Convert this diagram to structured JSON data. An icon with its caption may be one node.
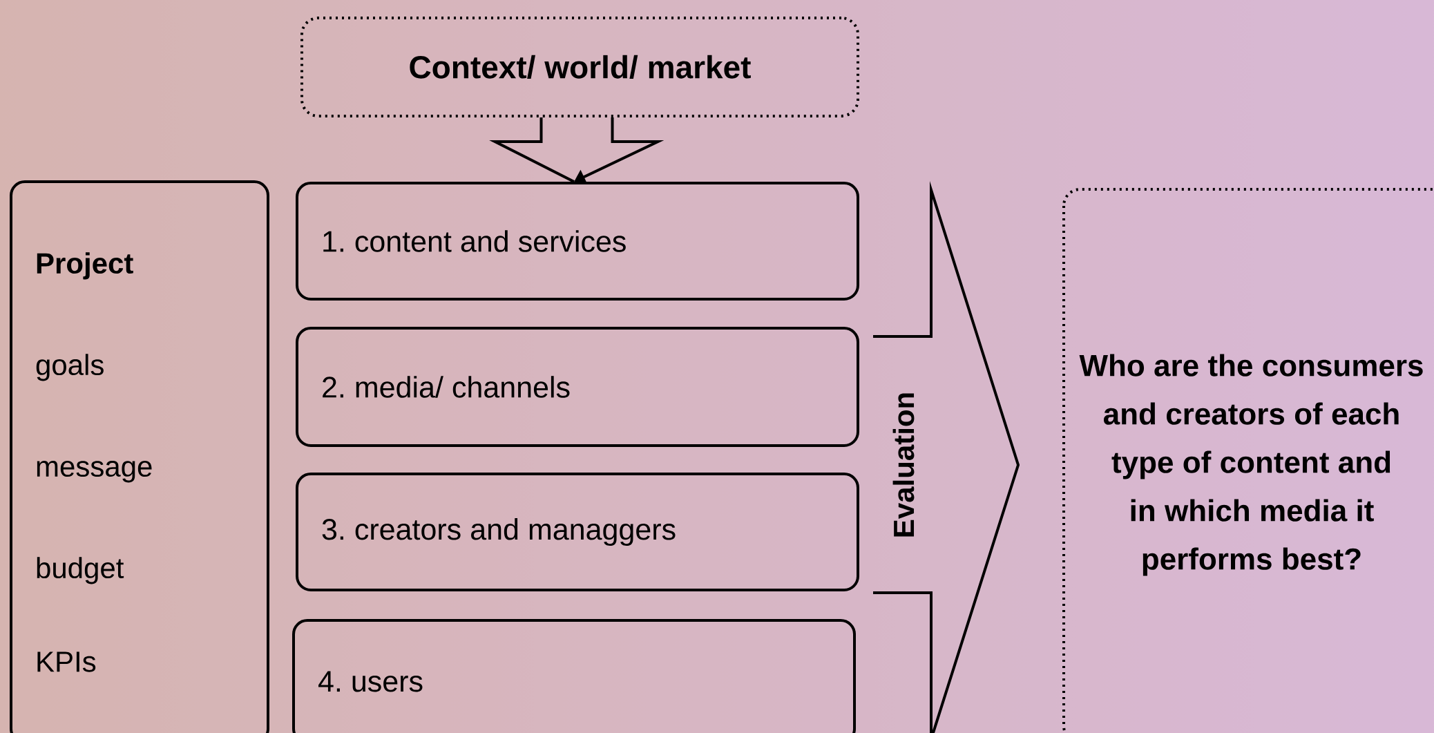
{
  "diagram": {
    "nodes": [
      {
        "text": [
          "Context/ world/ market"
        ]
      },
      {
        "text": [
          "Project",
          "goals",
          "message",
          "budget",
          "KPIs"
        ]
      },
      {
        "text": [
          "1. content and services"
        ]
      },
      {
        "text": [
          "2. media/ channels"
        ]
      },
      {
        "text": [
          "3. creators and managgers"
        ]
      },
      {
        "text": [
          "4. users"
        ]
      },
      {
        "text": [
          "Evaluation"
        ]
      },
      {
        "text": [
          "Who are the consumers and creators of each type of content and in which media it performs best?"
        ]
      }
    ],
    "edges": [
      {
        "from": 0,
        "to": 2,
        "arrow": "to"
      }
    ]
  }
}
